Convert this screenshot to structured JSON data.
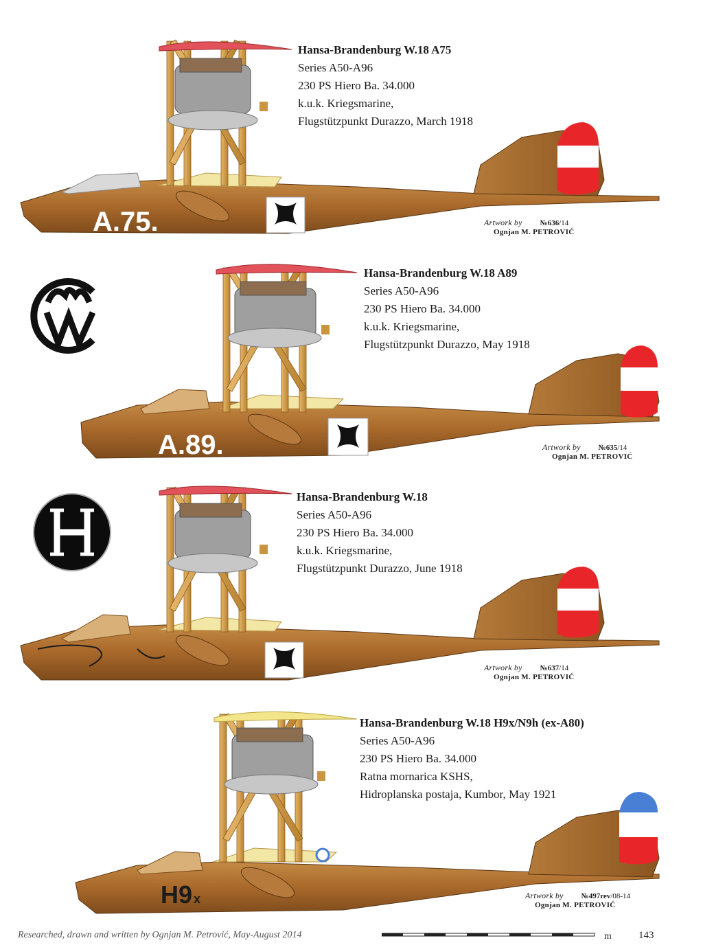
{
  "profiles": [
    {
      "title": "Hansa-Brandenburg W.18 A75",
      "series": "Series A50-A96",
      "engine": "230 PS Hiero Ba. 34.000",
      "operator": "k.u.k. Kriegsmarine,",
      "base": "Flugstützpunkt Durazzo, March 1918",
      "fuselage_code": "A.75.",
      "insignia": "black cross",
      "rudder": [
        "#e8262a",
        "#ffffff",
        "#e8262a"
      ],
      "upper_wing": "#e2525a",
      "artwork_label": "Artwork by",
      "artwork_no": "№636",
      "artwork_ver": "/14",
      "artist": "Ognjan M. PETROVIĆ"
    },
    {
      "title": "Hansa-Brandenburg W.18 A89",
      "series": "Series A50-A96",
      "engine": "230 PS Hiero Ba. 34.000",
      "operator": "k.u.k. Kriegsmarine,",
      "base": "Flugstützpunkt Durazzo, May 1918",
      "fuselage_code": "A.89.",
      "insignia": "black cross",
      "rudder": [
        "#e8262a",
        "#ffffff",
        "#e8262a"
      ],
      "upper_wing": "#e2525a",
      "artwork_label": "Artwork by",
      "artwork_no": "№635",
      "artwork_ver": "/14",
      "artist": "Ognjan M. PETROVIĆ",
      "personal_emblem": "CW monogram"
    },
    {
      "title": "Hansa-Brandenburg W.18",
      "series": "Series A50-A96",
      "engine": "230 PS Hiero Ba. 34.000",
      "operator": "k.u.k. Kriegsmarine,",
      "base": "Flugstützpunkt Durazzo, June 1918",
      "fuselage_code": "",
      "insignia": "black cross",
      "rudder": [
        "#e8262a",
        "#ffffff",
        "#e8262a"
      ],
      "upper_wing": "#e2525a",
      "artwork_label": "Artwork by",
      "artwork_no": "№637",
      "artwork_ver": "/14",
      "artist": "Ognjan M. PETROVIĆ",
      "personal_emblem": "H roundel"
    },
    {
      "title": "Hansa-Brandenburg W.18 H9x/N9h (ex-A80)",
      "series": "Series A50-A96",
      "engine": "230 PS Hiero Ba. 34.000",
      "operator": "Ratna mornarica KSHS,",
      "base": "Hidroplanska postaja, Kumbor, May 1921",
      "fuselage_code": "H9",
      "fuselage_code_suffix": "x",
      "insignia": "none",
      "rudder": [
        "#4a7fd6",
        "#ffffff",
        "#e8262a"
      ],
      "upper_wing": "#f3e58a",
      "artwork_label": "Artwork by",
      "artwork_no": "№497rev",
      "artwork_ver": "/08-14",
      "artist": "Ognjan M. PETROVIĆ"
    }
  ],
  "footer": {
    "credit": "Researched, drawn and written by Ognjan M. Petrović, May-August 2014",
    "scale_unit": "m",
    "page_number": "143"
  },
  "colors": {
    "hull_dark": "#8a5520",
    "hull_light": "#c98a3f",
    "strut": "#d7a14c",
    "engine": "#9a9a9a"
  }
}
